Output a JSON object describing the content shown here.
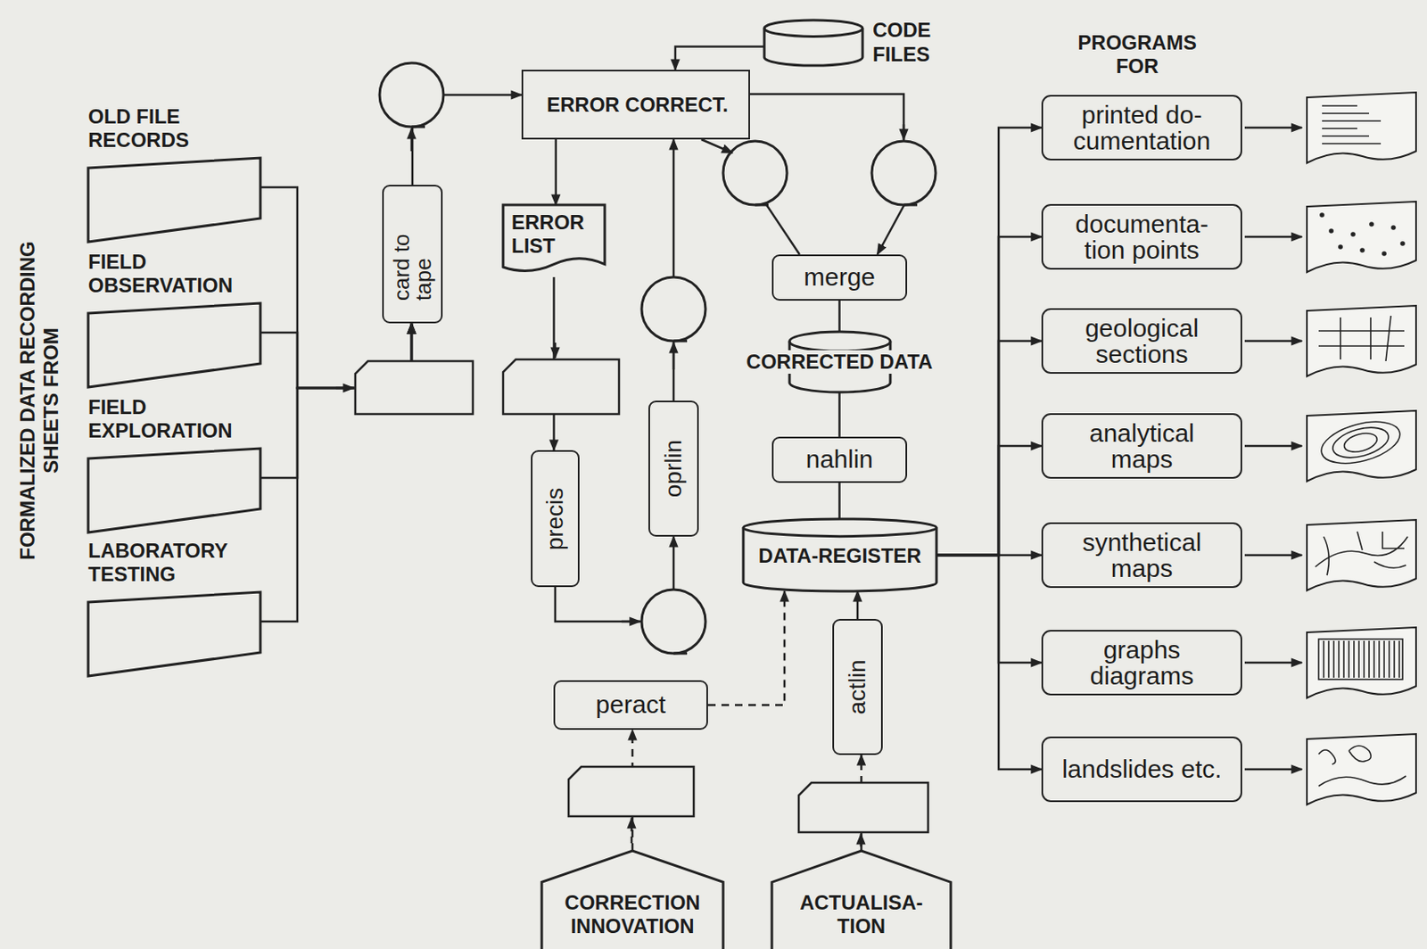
{
  "diagram": {
    "nodes": [
      {
        "text": [
          "OLD FILE RECORDS"
        ]
      },
      {
        "text": [
          "FIELD OBSERVATION"
        ]
      },
      {
        "text": [
          "FIELD EXPLORATION"
        ]
      },
      {
        "text": [
          "LABORATORY TESTING"
        ]
      },
      {
        "text": [
          "card to tape"
        ]
      },
      {
        "text": [
          "CODE FILES"
        ]
      },
      {
        "text": [
          "ERROR CORRECT."
        ]
      },
      {
        "text": [
          "ERROR LIST"
        ]
      },
      {
        "text": [
          "precis"
        ]
      },
      {
        "text": [
          "oprlin"
        ]
      },
      {
        "text": [
          "merge"
        ]
      },
      {
        "text": [
          "CORRECTED DATA"
        ]
      },
      {
        "text": [
          "nahlin"
        ]
      },
      {
        "text": [
          "DATA-REGISTER"
        ]
      },
      {
        "text": [
          "peract"
        ]
      },
      {
        "text": [
          "actlin"
        ]
      },
      {
        "text": [
          "CORRECTION INNOVATION"
        ]
      },
      {
        "text": [
          "ACTUALISA- TION"
        ]
      },
      {
        "text": [
          "printed do- cumentation"
        ]
      },
      {
        "text": [
          "documenta- tion points"
        ]
      },
      {
        "text": [
          "geological sections"
        ]
      },
      {
        "text": [
          "analytical maps"
        ]
      },
      {
        "text": [
          "synthetical maps"
        ]
      },
      {
        "text": [
          "graphs diagrams"
        ]
      },
      {
        "text": [
          "landslides etc."
        ]
      }
    ],
    "edges": [
      {
        "from": 0,
        "to": 4,
        "arrow": "to"
      },
      {
        "from": 1,
        "to": 4,
        "arrow": "to"
      },
      {
        "from": 2,
        "to": 4,
        "arrow": "to"
      },
      {
        "from": 3,
        "to": 4,
        "arrow": "to"
      },
      {
        "from": 4,
        "to": 6,
        "arrow": "to"
      },
      {
        "from": 5,
        "to": 6,
        "arrow": "to"
      },
      {
        "from": 6,
        "to": 7,
        "arrow": "to"
      },
      {
        "from": 7,
        "to": 8,
        "arrow": "to"
      },
      {
        "from": 8,
        "to": 9,
        "arrow": "to"
      },
      {
        "from": 9,
        "to": 6,
        "arrow": "to"
      },
      {
        "from": 6,
        "to": 10,
        "arrow": "to"
      },
      {
        "from": 10,
        "to": 11,
        "arrow": "none"
      },
      {
        "from": 11,
        "to": 12,
        "arrow": "none"
      },
      {
        "from": 12,
        "to": 13,
        "arrow": "none"
      },
      {
        "from": 13,
        "to": 18,
        "arrow": "to"
      },
      {
        "from": 13,
        "to": 19,
        "arrow": "to"
      },
      {
        "from": 13,
        "to": 20,
        "arrow": "to"
      },
      {
        "from": 13,
        "to": 21,
        "arrow": "to"
      },
      {
        "from": 13,
        "to": 22,
        "arrow": "to"
      },
      {
        "from": 13,
        "to": 23,
        "arrow": "to"
      },
      {
        "from": 13,
        "to": 24,
        "arrow": "to"
      },
      {
        "from": 16,
        "to": 14,
        "arrow": "to"
      },
      {
        "from": 14,
        "to": 13,
        "arrow": "to"
      },
      {
        "from": 17,
        "to": 15,
        "arrow": "to"
      },
      {
        "from": 15,
        "to": 13,
        "arrow": "to"
      }
    ],
    "labels": [
      "FORMALIZED DATA RECORDING SHEETS FROM",
      "PROGRAMS FOR"
    ]
  }
}
